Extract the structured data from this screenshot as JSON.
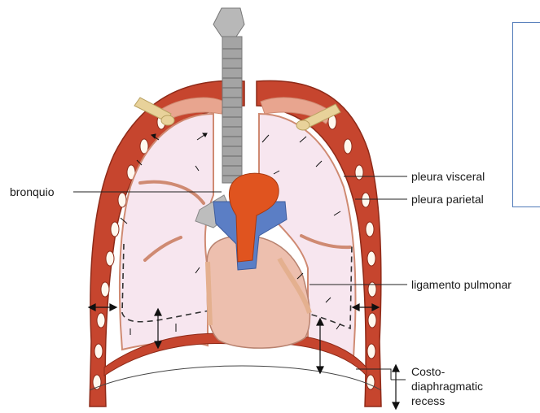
{
  "labels": {
    "bronquio": "bronquio",
    "pleura_visceral": "pleura visceral",
    "pleura_parietal": "pleura parietal",
    "ligamento_pulmonar": "ligamento pulmonar",
    "costo_line1": "Costo-",
    "costo_line2": "diaphragmatic",
    "costo_line3": "recess"
  },
  "colors": {
    "chest_wall": "#c6452e",
    "chest_wall_light": "#e8a58f",
    "lung_fill": "#f7e6ef",
    "pleura_line": "#cf8a72",
    "heart": "#edbfae",
    "aorta": "#e0541f",
    "vessel_blue": "#5b7ec5",
    "trachea": "#9a9a9a",
    "nerve": "#e8d29a",
    "info_border": "#4f79b8"
  }
}
